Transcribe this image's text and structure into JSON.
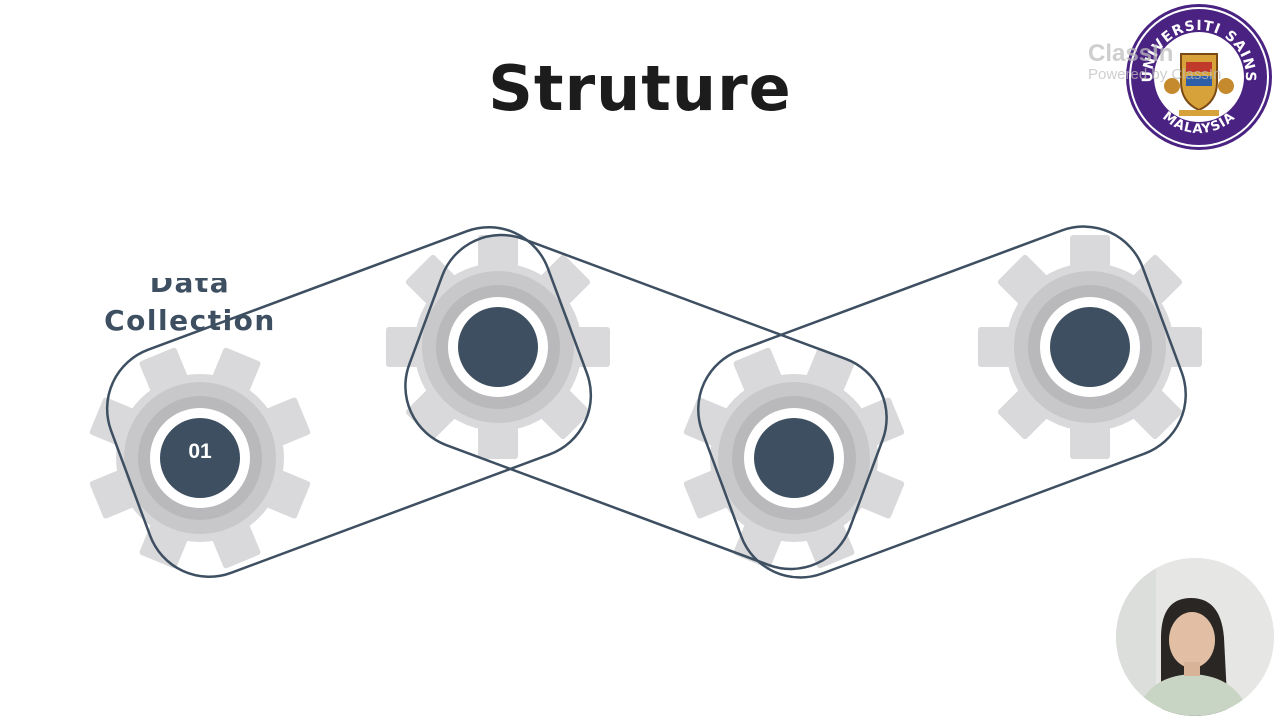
{
  "slide": {
    "title": "Struture",
    "gear_label": "Data\nCollection",
    "gear_number": "01"
  },
  "watermark": {
    "brand": "ClassIn",
    "powered": "Powered by ClassIn"
  },
  "logo": {
    "text_top": "UNIVERSITI SAINS",
    "text_bottom": "MALAYSIA",
    "ring_color": "#4a2382"
  },
  "colors": {
    "gear": "#d9d9db",
    "gear_ring": "#c5c5c7",
    "hub": "#3d4f61",
    "belt": "#3d4f61"
  }
}
